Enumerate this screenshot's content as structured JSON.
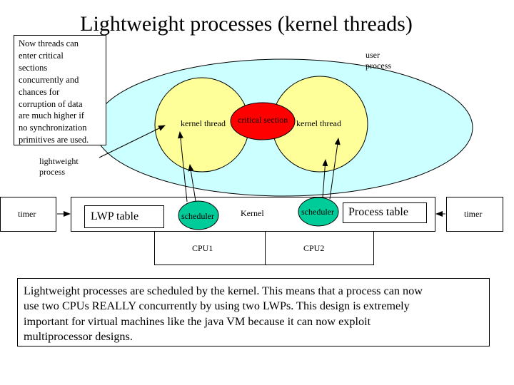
{
  "title": "Lightweight processes (kernel threads)",
  "note_lines": [
    "Now threads can",
    "enter critical",
    "sections",
    "concurrently and",
    "chances for",
    "corruption of data",
    "are much higher if",
    "no synchronization",
    "primitives are used."
  ],
  "user_process_lines": [
    "user",
    "process"
  ],
  "lightweight_process_lines": [
    "lightweight",
    "process"
  ],
  "kernel_thread_left": "kernel thread",
  "kernel_thread_right": "kernel thread",
  "critical_section": "critical section",
  "timer_left": "timer",
  "timer_right": "timer",
  "lwp_table": "LWP table",
  "scheduler_left": "scheduler",
  "scheduler_right": "scheduler",
  "kernel": "Kernel",
  "process_table": "Process table",
  "cpu1": "CPU1",
  "cpu2": "CPU2",
  "bottom_lines": [
    "Lightweight processes are scheduled by the kernel. This means that a process can now",
    "use two CPUs REALLY concurrently by using two LWPs. This design is extremely",
    "important for virtual machines like the java VM because it can now exploit",
    "multiprocessor designs."
  ],
  "colors": {
    "user_process_fill": "#ccffff",
    "kernel_thread_fill": "#ffff99",
    "critical_section_fill": "#ff0000",
    "scheduler_fill": "#00cc99"
  }
}
